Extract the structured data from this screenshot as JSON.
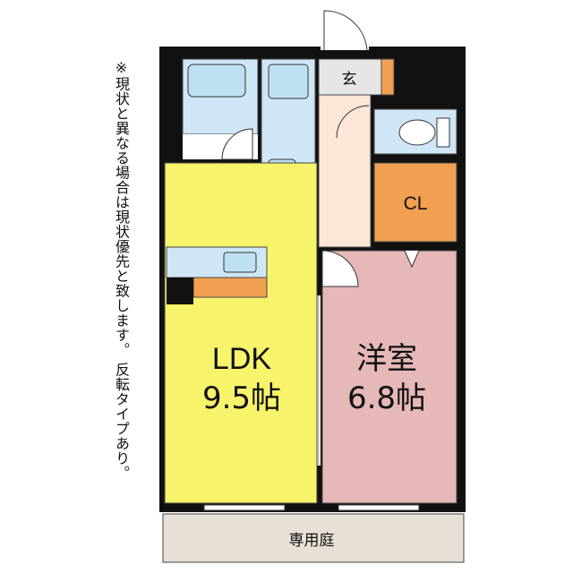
{
  "note": "※現状と異なる場合は現状優先と致します。 反転タイプあり。",
  "rooms": {
    "ldk": {
      "name": "LDK",
      "size": "9.5帖",
      "color": "#f7f36a"
    },
    "western": {
      "name": "洋室",
      "size": "6.8帖",
      "color": "#e6b8b8"
    },
    "closet": {
      "name": "CL",
      "color": "#f0a050"
    },
    "entrance": {
      "name": "玄"
    },
    "garden": {
      "name": "専用庭",
      "color": "#e8e0d6"
    }
  },
  "fixtures": {
    "wet_area_color": "#cfe6f7",
    "hall_color": "#fbe6d8",
    "wall_color": "#111111"
  }
}
